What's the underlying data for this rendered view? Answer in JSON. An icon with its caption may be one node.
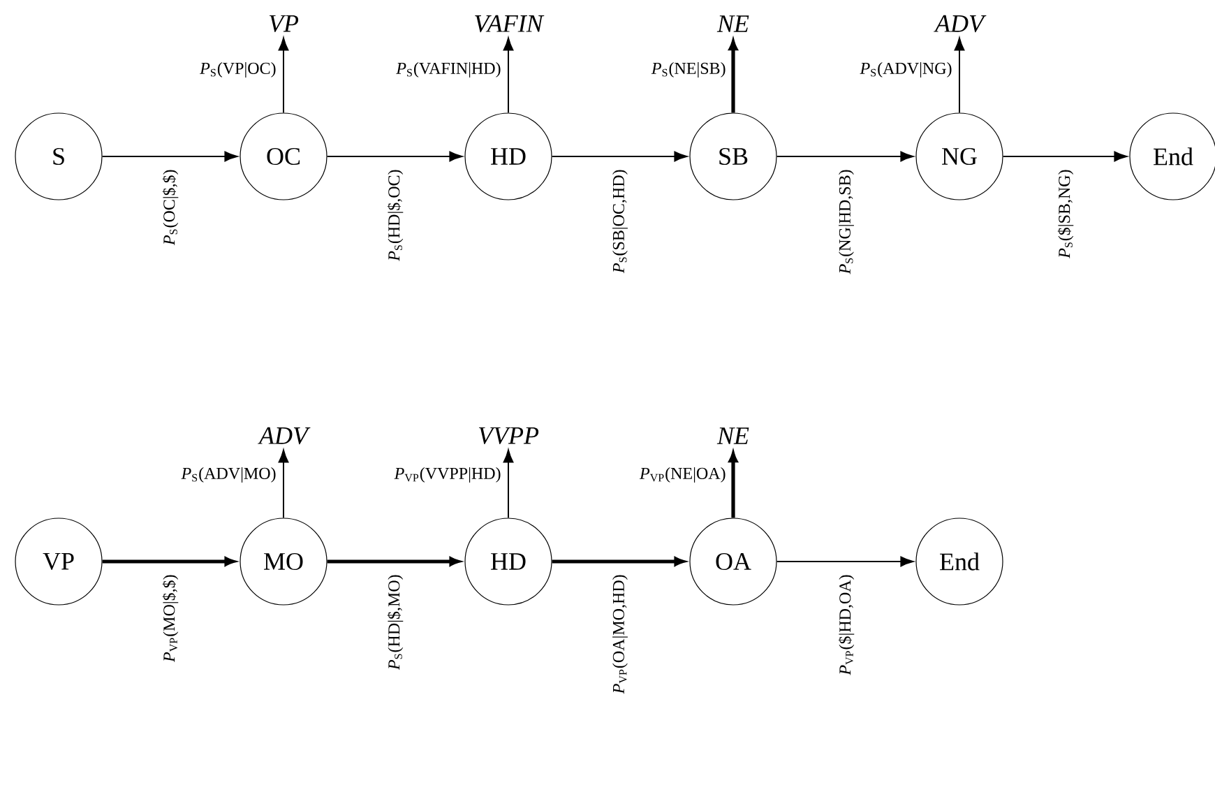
{
  "diagram": {
    "nodes": [
      {
        "text": [
          "S"
        ]
      },
      {
        "text": [
          "OC"
        ]
      },
      {
        "text": [
          "HD"
        ]
      },
      {
        "text": [
          "SB"
        ]
      },
      {
        "text": [
          "NG"
        ]
      },
      {
        "text": [
          "End"
        ]
      },
      {
        "text": [
          "VP"
        ]
      },
      {
        "text": [
          "VAFIN"
        ]
      },
      {
        "text": [
          "NE"
        ]
      },
      {
        "text": [
          "ADV"
        ]
      },
      {
        "text": [
          "VP"
        ]
      },
      {
        "text": [
          "MO"
        ]
      },
      {
        "text": [
          "HD"
        ]
      },
      {
        "text": [
          "OA"
        ]
      },
      {
        "text": [
          "End"
        ]
      },
      {
        "text": [
          "ADV"
        ]
      },
      {
        "text": [
          "VVPP"
        ]
      },
      {
        "text": [
          "NE"
        ]
      }
    ],
    "edges": [
      {
        "from": 0,
        "to": 1,
        "arrow": "to",
        "label": "*P*$_{S}$(OC|$,$)"
      },
      {
        "from": 1,
        "to": 2,
        "arrow": "to",
        "label": "*P*$_{S}$(HD|$,OC)"
      },
      {
        "from": 2,
        "to": 3,
        "arrow": "to",
        "label": "*P*$_{S}$(SB|OC,HD)"
      },
      {
        "from": 3,
        "to": 4,
        "arrow": "to",
        "label": "*P*$_{S}$(NG|HD,SB)"
      },
      {
        "from": 4,
        "to": 5,
        "arrow": "to",
        "label": "*P*$_{S}$($|SB,NG)"
      },
      {
        "from": 1,
        "to": 6,
        "arrow": "to",
        "label": "*P*$_{S}$(VP|OC)"
      },
      {
        "from": 2,
        "to": 7,
        "arrow": "to",
        "label": "*P*$_{S}$(VAFIN|HD)"
      },
      {
        "from": 3,
        "to": 8,
        "arrow": "to",
        "label": "*P*$_{S}$(NE|SB)",
        "style": "thick"
      },
      {
        "from": 4,
        "to": 9,
        "arrow": "to",
        "label": "*P*$_{S}$(ADV|NG)"
      },
      {
        "from": 10,
        "to": 11,
        "arrow": "to",
        "label": "*P*$_{VP}$(MO|$,$)",
        "style": "thick"
      },
      {
        "from": 11,
        "to": 12,
        "arrow": "to",
        "label": "*P*$_{S}$(HD|$,MO)",
        "style": "thick"
      },
      {
        "from": 12,
        "to": 13,
        "arrow": "to",
        "label": "*P*$_{VP}$(OA|MO,HD)",
        "style": "thick"
      },
      {
        "from": 13,
        "to": 14,
        "arrow": "to",
        "label": "*P*$_{VP}$($|HD,OA)"
      },
      {
        "from": 11,
        "to": 15,
        "arrow": "to",
        "label": "*P*$_{S}$(ADV|MO)"
      },
      {
        "from": 12,
        "to": 16,
        "arrow": "to",
        "label": "*P*$_{VP}$(VVPP|HD)"
      },
      {
        "from": 13,
        "to": 17,
        "arrow": "to",
        "label": "*P*$_{VP}$(NE|OA)",
        "style": "thick"
      }
    ]
  }
}
